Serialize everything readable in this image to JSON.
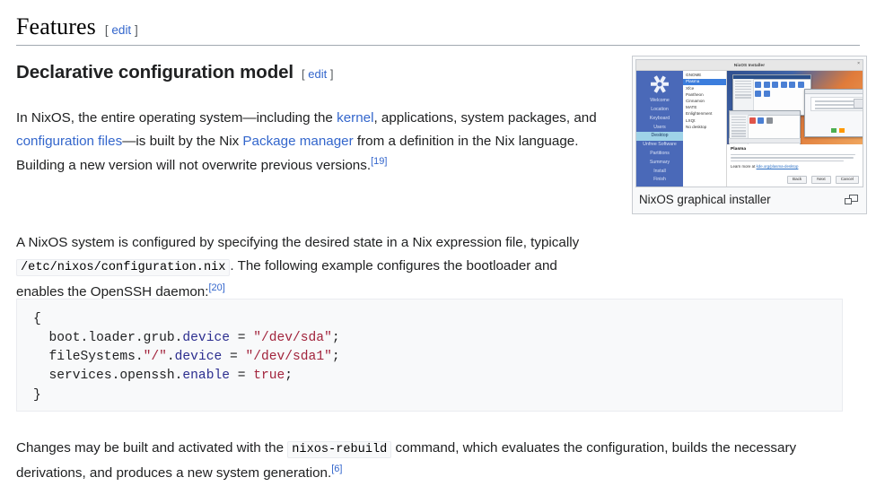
{
  "section": {
    "heading": "Features",
    "edit_open": "[",
    "edit_label": "edit",
    "edit_close": "]"
  },
  "subsection": {
    "heading": "Declarative configuration model",
    "edit_open": "[",
    "edit_label": "edit",
    "edit_close": "]"
  },
  "paragraphs": {
    "p1": {
      "t1": "In NixOS, the entire operating system—including the ",
      "link1": "kernel",
      "t2": ", applications, system packages, and ",
      "link2": "configuration files",
      "t3": "—is built by the Nix ",
      "link3": "Package manager",
      "t4": " from a definition in the Nix language. Building a new version will not overwrite previous versions.",
      "ref": "[19]"
    },
    "p2": {
      "t1": "A NixOS system is configured by specifying the desired state in a Nix expression file, typically ",
      "code": "/etc/nixos/configuration.nix",
      "t2": ". The following example configures the bootloader and enables the OpenSSH daemon:",
      "ref": "[20]"
    },
    "p3": {
      "t1": "Changes may be built and activated with the ",
      "code": "nixos-rebuild",
      "t2": " command, which evaluates the configuration, builds the necessary derivations, and produces a new system generation.",
      "ref": "[6]"
    }
  },
  "codeblock": {
    "lines": [
      {
        "indent": "",
        "segments": [
          {
            "text": "{",
            "tok": "plain"
          }
        ]
      },
      {
        "indent": "  ",
        "segments": [
          {
            "text": "boot",
            "tok": "plain"
          },
          {
            "text": ".",
            "tok": "plain"
          },
          {
            "text": "loader",
            "tok": "plain"
          },
          {
            "text": ".",
            "tok": "plain"
          },
          {
            "text": "grub",
            "tok": "plain"
          },
          {
            "text": ".",
            "tok": "plain"
          },
          {
            "text": "device",
            "tok": "attr"
          },
          {
            "text": " = ",
            "tok": "plain"
          },
          {
            "text": "\"/dev/sda\"",
            "tok": "str"
          },
          {
            "text": ";",
            "tok": "plain"
          }
        ]
      },
      {
        "indent": "  ",
        "segments": [
          {
            "text": "fileSystems",
            "tok": "plain"
          },
          {
            "text": ".",
            "tok": "plain"
          },
          {
            "text": "\"/\"",
            "tok": "str"
          },
          {
            "text": ".",
            "tok": "plain"
          },
          {
            "text": "device",
            "tok": "attr"
          },
          {
            "text": " = ",
            "tok": "plain"
          },
          {
            "text": "\"/dev/sda1\"",
            "tok": "str"
          },
          {
            "text": ";",
            "tok": "plain"
          }
        ]
      },
      {
        "indent": "  ",
        "segments": [
          {
            "text": "services",
            "tok": "plain"
          },
          {
            "text": ".",
            "tok": "plain"
          },
          {
            "text": "openssh",
            "tok": "plain"
          },
          {
            "text": ".",
            "tok": "plain"
          },
          {
            "text": "enable",
            "tok": "attr"
          },
          {
            "text": " = ",
            "tok": "plain"
          },
          {
            "text": "true",
            "tok": "kw"
          },
          {
            "text": ";",
            "tok": "plain"
          }
        ]
      },
      {
        "indent": "",
        "segments": [
          {
            "text": "}",
            "tok": "plain"
          }
        ]
      }
    ]
  },
  "thumbnail": {
    "caption": "NixOS graphical installer",
    "magnify_icon": "enlarge-icon",
    "installer": {
      "window_title": "NixOS Installer",
      "close_glyph": "×",
      "logo_icon": "nix-snowflake-logo",
      "steps": [
        {
          "label": "Welcome",
          "active": false
        },
        {
          "label": "Location",
          "active": false
        },
        {
          "label": "Keyboard",
          "active": false
        },
        {
          "label": "Users",
          "active": false
        },
        {
          "label": "Desktop",
          "active": true
        },
        {
          "label": "Unfree Software",
          "active": false
        },
        {
          "label": "Partitions",
          "active": false
        },
        {
          "label": "Summary",
          "active": false
        },
        {
          "label": "Install",
          "active": false
        },
        {
          "label": "Finish",
          "active": false
        }
      ],
      "desktops": [
        {
          "label": "GNOME",
          "selected": false
        },
        {
          "label": "Plasma",
          "selected": true
        },
        {
          "label": "Xfce",
          "selected": false
        },
        {
          "label": "Pantheon",
          "selected": false
        },
        {
          "label": "Cinnamon",
          "selected": false
        },
        {
          "label": "MATE",
          "selected": false
        },
        {
          "label": "Enlightenment",
          "selected": false
        },
        {
          "label": "LXQt",
          "selected": false
        },
        {
          "label": "No desktop",
          "selected": false
        }
      ],
      "desc_title": "Plasma",
      "learn_prefix": "Learn more at ",
      "learn_link": "kde.org/plasma-desktop",
      "buttons": [
        {
          "label": "Back"
        },
        {
          "label": "Next"
        },
        {
          "label": "Cancel"
        }
      ]
    }
  },
  "colors": {
    "link": "#3366cc",
    "text": "#202122",
    "rule": "#a2a9b1",
    "code_bg": "#f8f9fa",
    "code_border": "#eaecf0",
    "code_attr": "#2b2d8f",
    "code_string": "#a2243c",
    "installer_accent": "#4a69b8",
    "installer_active": "#9fd3e8"
  }
}
